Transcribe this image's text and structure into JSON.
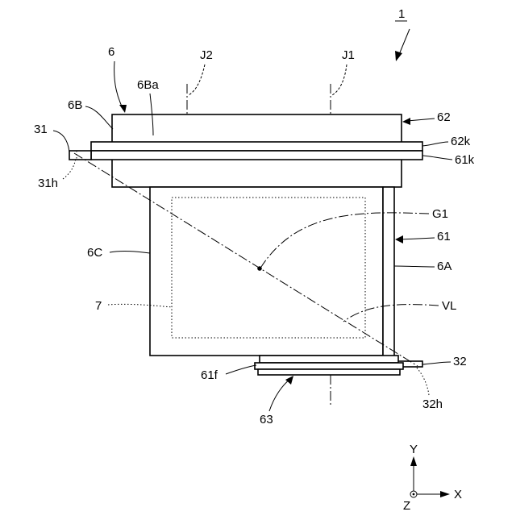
{
  "figure": {
    "ref_main": "1",
    "labels": {
      "l6": "6",
      "l6Ba": "6Ba",
      "l6B": "6B",
      "lJ2": "J2",
      "lJ1": "J1",
      "l62": "62",
      "l62k": "62k",
      "l61k": "61k",
      "l31": "31",
      "l31h": "31h",
      "lG1": "G1",
      "l61": "61",
      "l6C": "6C",
      "l6A": "6A",
      "l7": "7",
      "lVL": "VL",
      "l32": "32",
      "l61f": "61f",
      "l32h": "32h",
      "l63": "63"
    },
    "axes": {
      "y": "Y",
      "x": "X",
      "z": "Z"
    }
  }
}
